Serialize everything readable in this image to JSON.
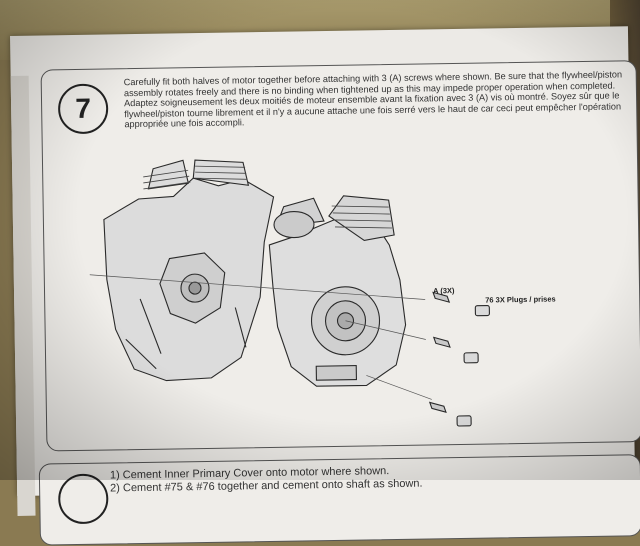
{
  "step": {
    "number": "7",
    "instructions_en": "Carefully fit both halves of motor together before attaching with 3 (A) screws where shown.  Be sure that the flywheel/piston assembly rotates freely and there is no binding when tightened up as this may impede proper operation when completed.",
    "instructions_fr": "Adaptez soigneusement les deux moitiés de moteur ensemble avant la fixation avec 3 (A) vis où montré. Soyez sûr que le flywheel/piston tourne librement et il n'y a aucune attache une fois serré vers le haut de car ceci peut empêcher l'opération appropriée une fois accompli.",
    "label_screws": "A (3X)",
    "label_plugs": "76  3X Plugs / prises"
  },
  "next_step": {
    "line1": "1) Cement Inner Primary Cover onto motor where shown.",
    "line2": "2) Cement #75 & #76 together and cement onto shaft as shown."
  },
  "colors": {
    "page": "#eceae6",
    "ink": "#333333",
    "table": "#8a7a52"
  }
}
